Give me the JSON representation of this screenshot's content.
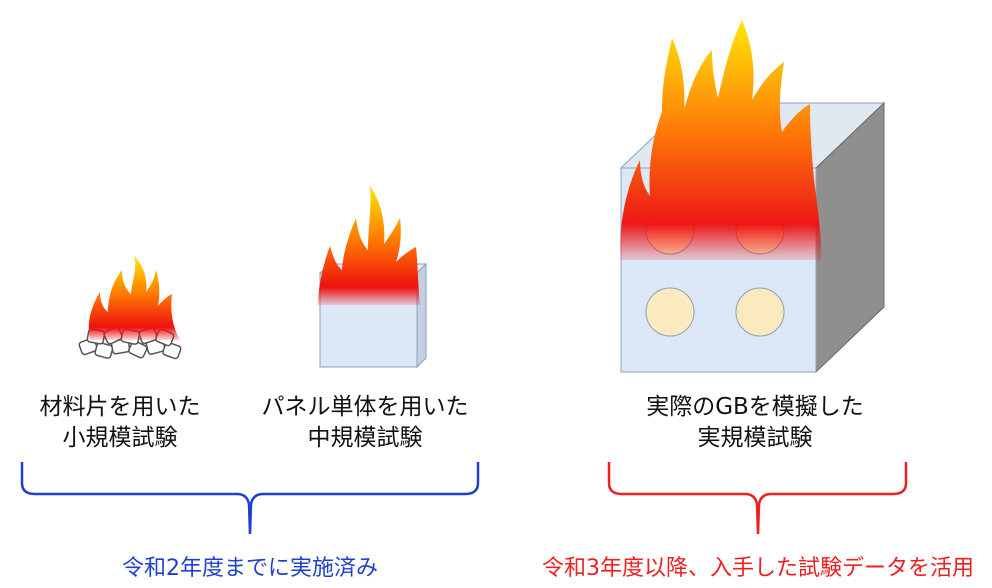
{
  "tests": [
    {
      "line1": "材料片を用いた",
      "line2": "小規模試験"
    },
    {
      "line1": "パネル単体を用いた",
      "line2": "中規模試験"
    },
    {
      "line1": "実際のGBを模擬した",
      "line2": "実規模試験"
    }
  ],
  "groups": [
    {
      "text": "令和2年度までに実施済み",
      "color": "#1f3fd0"
    },
    {
      "text": "令和3年度以降、入手した試験データを活用",
      "color": "#ee2020"
    }
  ],
  "colors": {
    "flame_top": "#ffe600",
    "flame_mid": "#ff7a00",
    "flame_base": "#ee1111",
    "box_face": "#dde8f6",
    "box_side": "#8f8f8f",
    "hole_fill": "#fbeac0",
    "brace_blue": "#1f3fd0",
    "brace_red": "#ee2020"
  }
}
